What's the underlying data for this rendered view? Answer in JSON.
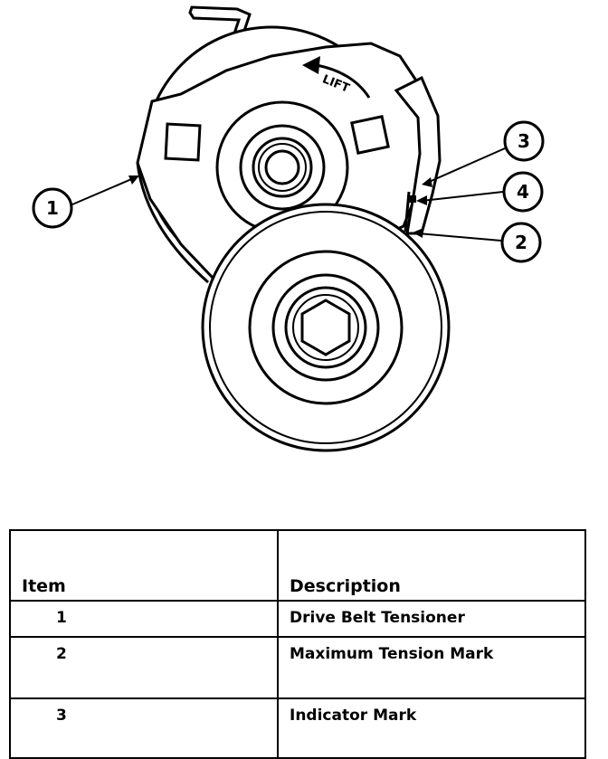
{
  "diagram": {
    "lift_label": "LIFT",
    "callouts": [
      {
        "id": "1",
        "label": "1"
      },
      {
        "id": "2",
        "label": "2"
      },
      {
        "id": "3",
        "label": "3"
      },
      {
        "id": "4",
        "label": "4"
      }
    ]
  },
  "table": {
    "headers": {
      "item": "Item",
      "description": "Description"
    },
    "rows": [
      {
        "item": "1",
        "description": "Drive Belt Tensioner"
      },
      {
        "item": "2",
        "description": "Maximum Tension Mark"
      },
      {
        "item": "3",
        "description": "Indicator Mark"
      }
    ]
  }
}
